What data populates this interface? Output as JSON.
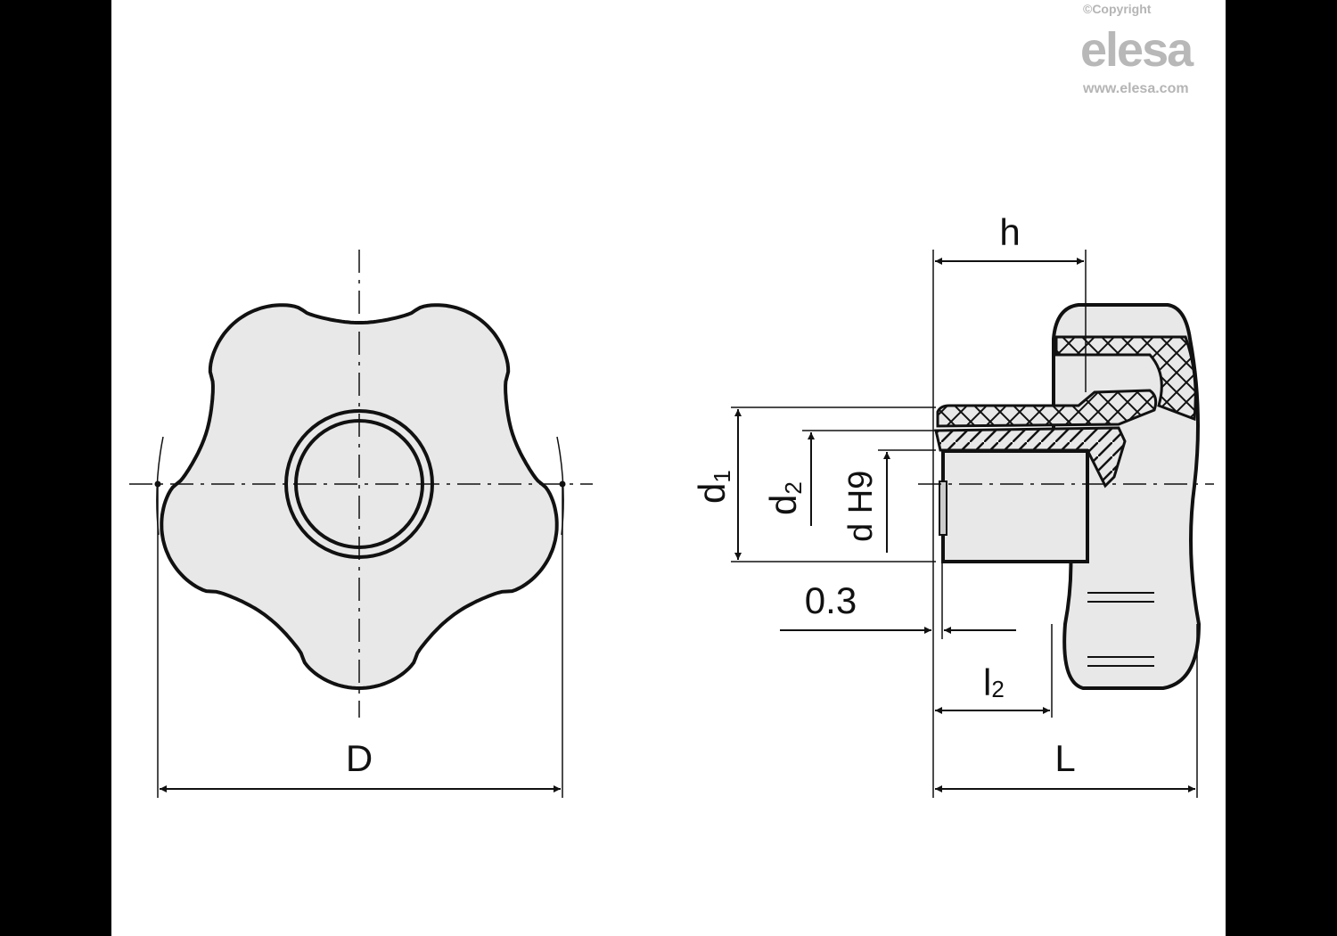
{
  "logo": {
    "copyright": "©Copyright",
    "brand": "elesa",
    "url": "www.elesa.com"
  },
  "front_view": {
    "dimension_D": "D"
  },
  "side_view": {
    "dimension_h": "h",
    "dimension_d1": "d",
    "dimension_d1_sub": "1",
    "dimension_d2": "d",
    "dimension_d2_sub": "2",
    "dimension_d": "d H9",
    "dimension_gap": "0.3",
    "dimension_l2": "l",
    "dimension_l2_sub": "2",
    "dimension_L": "L"
  },
  "colors": {
    "fill": "#e8e8e8",
    "line": "#111111",
    "frame": "#000000"
  }
}
